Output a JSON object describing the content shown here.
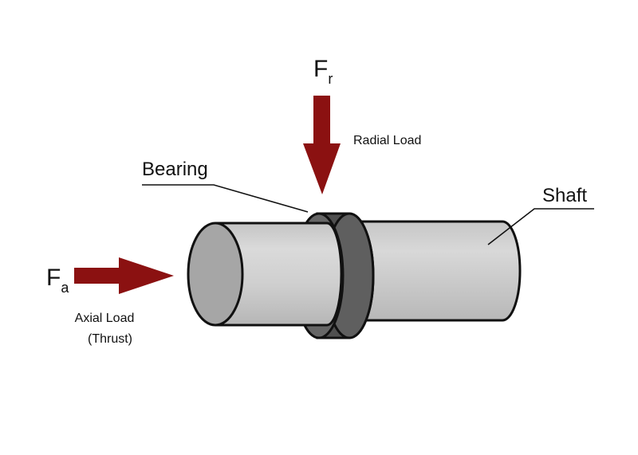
{
  "labels": {
    "radial_force": {
      "symbol": "F",
      "subscript": "r"
    },
    "radial_load": "Radial Load",
    "bearing": "Bearing",
    "shaft": "Shaft",
    "axial_force": {
      "symbol": "F",
      "subscript": "a"
    },
    "axial_load_line1": "Axial Load",
    "axial_load_line2": "(Thrust)"
  },
  "colors": {
    "arrow": "#8b1111",
    "shaft_face": "#a8a8a8",
    "shaft_body": "#cfcfcf",
    "bearing": "#5a5a5a",
    "outline": "#111111"
  }
}
